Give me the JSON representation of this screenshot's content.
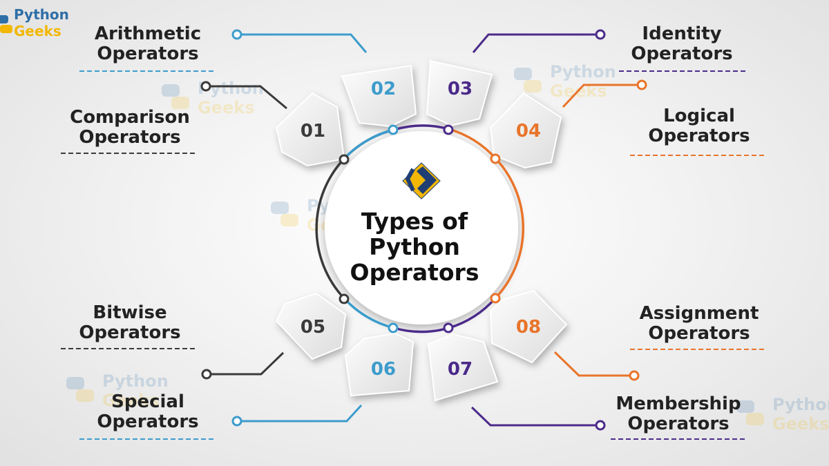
{
  "brand": {
    "line1": "Python",
    "line2": "Geeks"
  },
  "center": {
    "title_lines": [
      "Types of",
      "Python",
      "Operators"
    ]
  },
  "steps": [
    {
      "num": "01",
      "label_lines": [
        "Comparison",
        "Operators"
      ],
      "color": "#3a3a3a"
    },
    {
      "num": "02",
      "label_lines": [
        "Arithmetic",
        "Operators"
      ],
      "color": "#3c9ccc"
    },
    {
      "num": "03",
      "label_lines": [
        "Identity",
        "Operators"
      ],
      "color": "#4b2a8a"
    },
    {
      "num": "04",
      "label_lines": [
        "Logical",
        "Operators"
      ],
      "color": "#e8742a"
    },
    {
      "num": "05",
      "label_lines": [
        "Bitwise",
        "Operators"
      ],
      "color": "#3a3a3a"
    },
    {
      "num": "06",
      "label_lines": [
        "Special",
        "Operators"
      ],
      "color": "#3c9ccc"
    },
    {
      "num": "07",
      "label_lines": [
        "Membership",
        "Operators"
      ],
      "color": "#4b2a8a"
    },
    {
      "num": "08",
      "label_lines": [
        "Assignment",
        "Operators"
      ],
      "color": "#e8742a"
    }
  ],
  "watermark": {
    "line1": "Python",
    "line2": "Geeks"
  }
}
